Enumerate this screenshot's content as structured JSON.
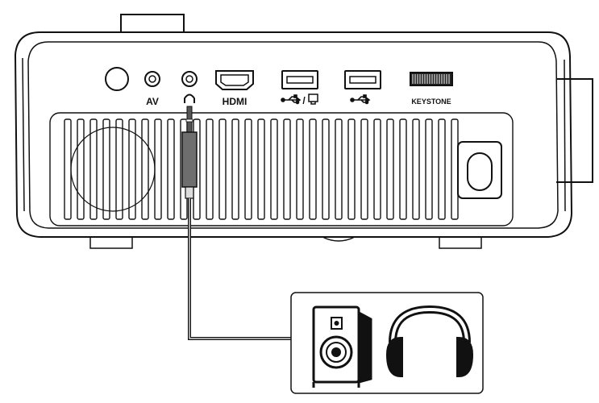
{
  "ports": {
    "av_label": "AV",
    "hdmi_label": "HDMI",
    "usb_wifi_label": "/",
    "keystone_label": "KEYSTONE"
  },
  "icons": {
    "power": "power-button-icon",
    "av": "av-jack-icon",
    "headphone_jack": "headphone-jack-icon",
    "hdmi": "hdmi-port-icon",
    "usb": "usb-port-icon",
    "keystone": "keystone-wheel-icon",
    "speaker": "speaker-icon",
    "headphones": "headphones-icon"
  },
  "colors": {
    "line": "#111111",
    "cable_plug": "#6e6e6e",
    "background": "#ffffff"
  }
}
